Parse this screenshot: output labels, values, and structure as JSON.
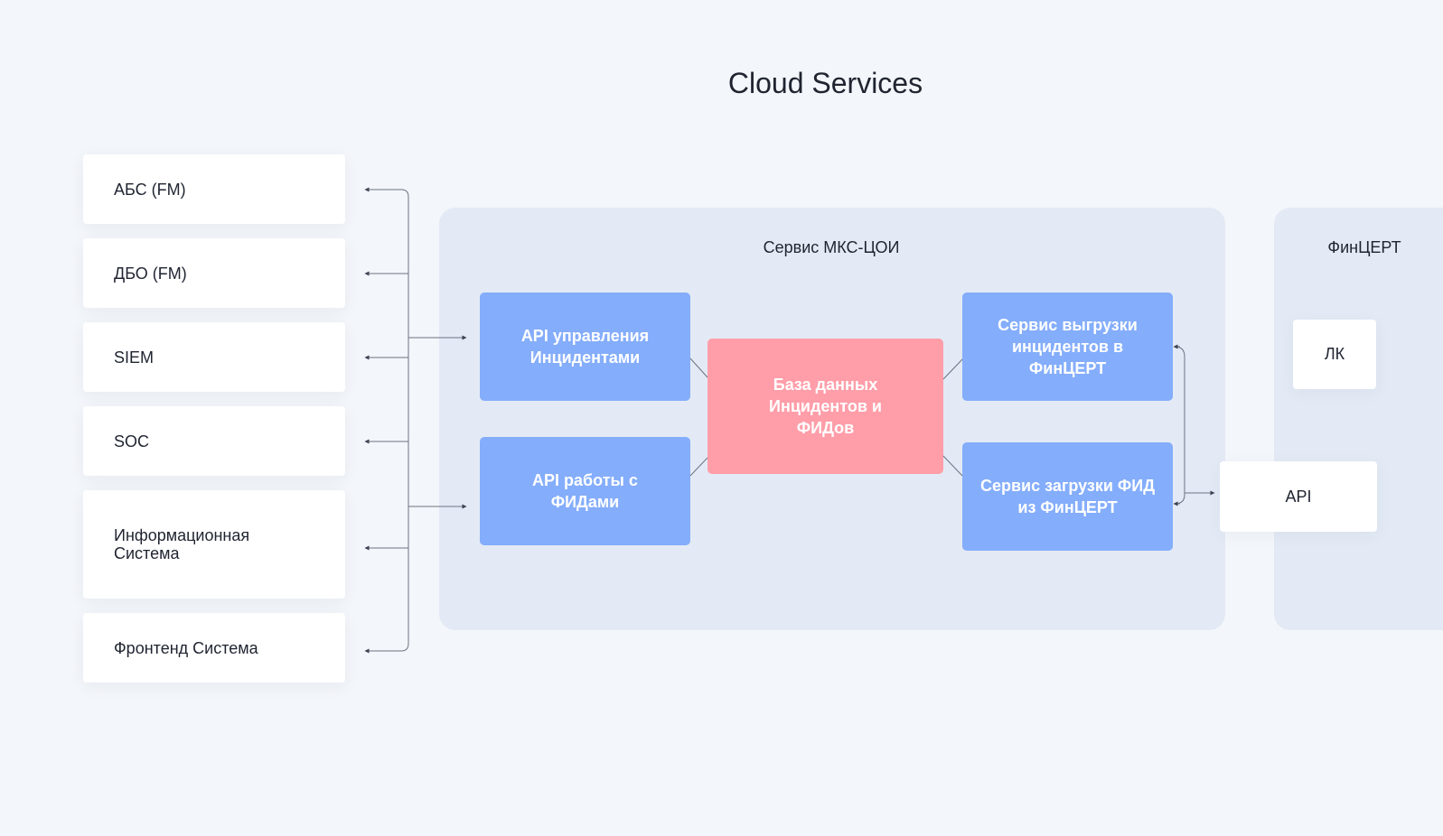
{
  "title": "Cloud Services",
  "clients": [
    "АБС (FM)",
    "ДБО (FM)",
    "SIEM",
    "SOC",
    "Информационная\nСистема",
    "Фронтенд Система"
  ],
  "mks": {
    "title": "Сервис МКС-ЦОИ",
    "api_incidents": "API управления Инцидентами",
    "api_feeds": "API работы с ФИДами",
    "database": "База данных Инцидентов и ФИДов",
    "export_service": "Сервис выгрузки инцидентов в ФинЦЕРТ",
    "import_service": "Сервис загрузки ФИД из ФинЦЕРТ"
  },
  "fincert": {
    "title": "ФинЦЕРТ",
    "lk": "ЛК",
    "api": "API"
  },
  "colors": {
    "background": "#f3f6fa",
    "panel": "#e3eaf5",
    "service_box": "#84adfb",
    "database_box": "#ff9ea9",
    "connector": "#6b7382"
  }
}
